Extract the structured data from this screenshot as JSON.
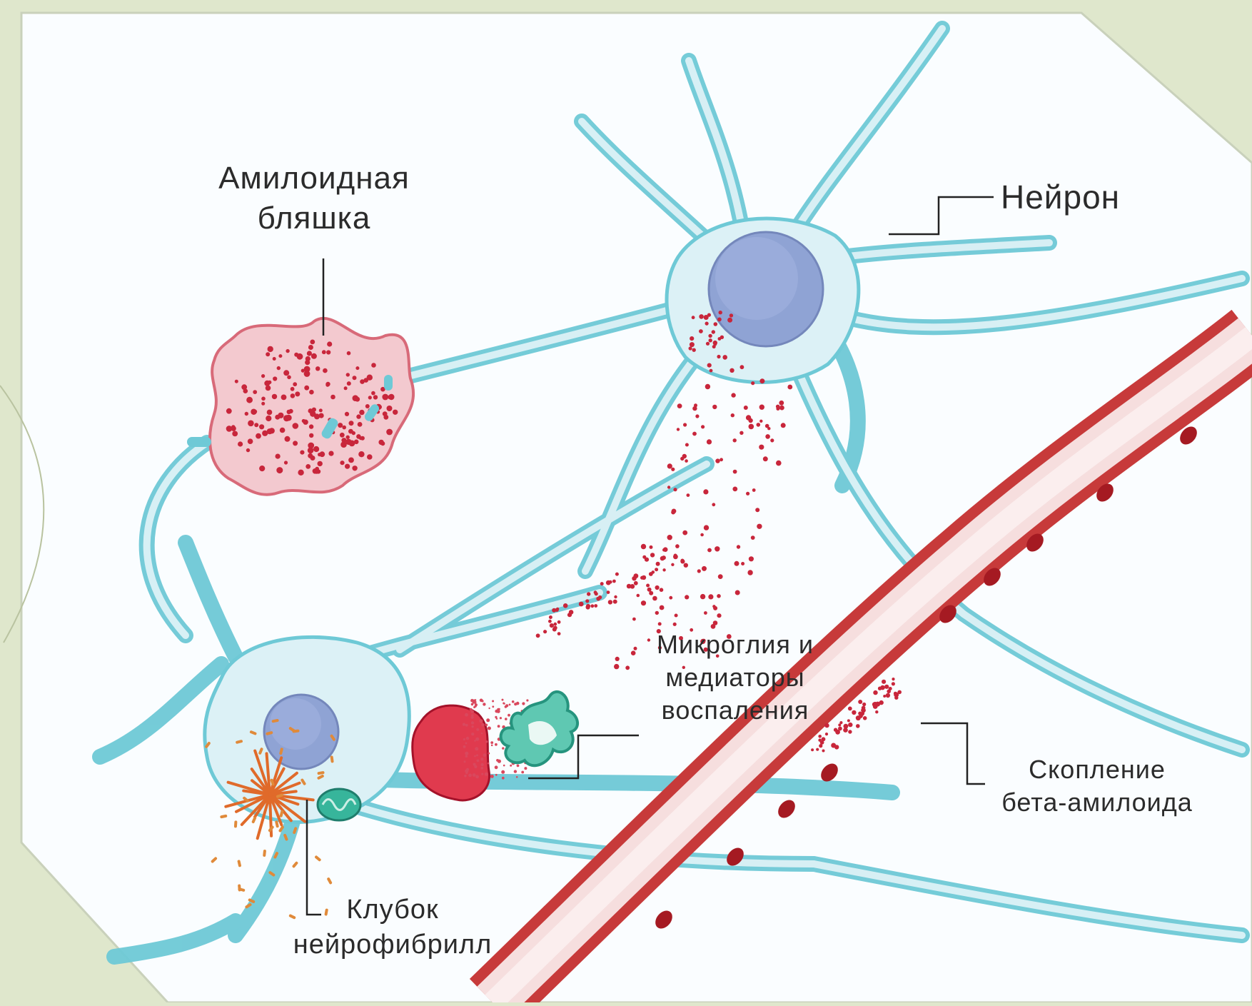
{
  "labels": {
    "amyloid_plaque": [
      "Амилоидная",
      "бляшка"
    ],
    "neuron": "Нейрон",
    "microglia": [
      "Микроглия и",
      "медиаторы",
      "воспаления"
    ],
    "beta_amyloid": [
      "Скопление",
      "бета-амилоида"
    ],
    "tangle": [
      "Клубок",
      "нейрофибрилл"
    ]
  },
  "colors": {
    "slide_background": "#dfe7cc",
    "paper": "#fafdff",
    "neuron_outline": "#6ec9d6",
    "neuron_fill": "#dcf1f6",
    "nucleus": "#8fa3d4",
    "amyloid_dots": "#c8263b",
    "plaque_fill": "#f3c9cf",
    "vessel": "#c73a3a",
    "microglia": "#37b59b",
    "tangle": "#e06a2a"
  }
}
